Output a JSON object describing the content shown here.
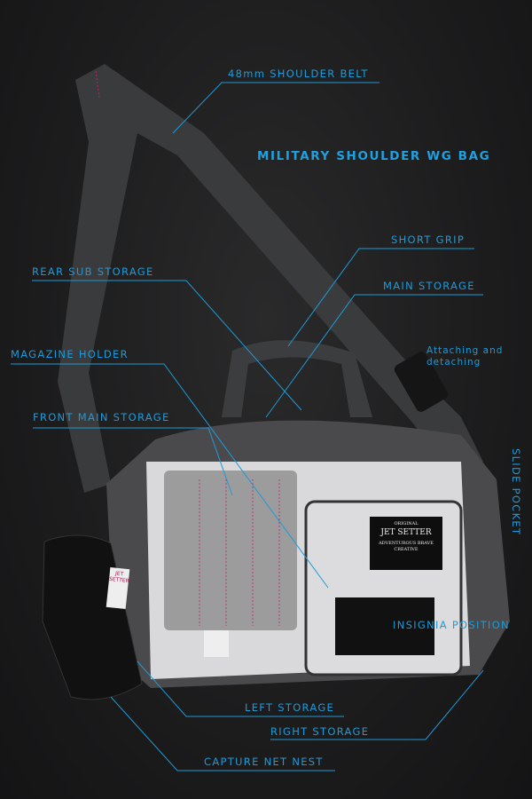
{
  "title": "MILITARY SHOULDER WG BAG",
  "labels": {
    "shoulder_belt": "48mm SHOULDER BELT",
    "short_grip": "SHORT GRIP",
    "rear_sub_storage": "REAR SUB STORAGE",
    "main_storage": "MAIN STORAGE",
    "attaching_1": "Attaching and",
    "attaching_2": "detaching",
    "magazine_holder": "MAGAZINE HOLDER",
    "front_main_storage": "FRONT MAIN STORAGE",
    "slide_pocket": "SLIDE POCKET",
    "insignia_position": "INSIGNIA POSITION",
    "left_storage": "LEFT STORAGE",
    "right_storage": "RIGHT STORAGE",
    "capture_net_nest": "CAPTURE NET NEST"
  },
  "patch": {
    "top": "ORIGINAL",
    "brand": "JET SETTER",
    "fine": "ADVENTUROUS BRAVE CREATIVE"
  },
  "tag": {
    "text": "JET SETTER"
  },
  "colors": {
    "accent": "#1e9ad8",
    "stitch": "#c0206a",
    "background": "#1c1c1d"
  }
}
